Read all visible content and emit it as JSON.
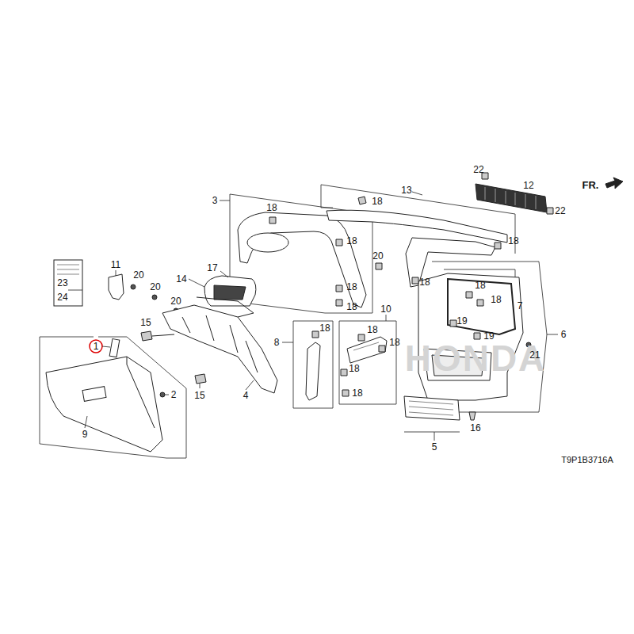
{
  "diagram": {
    "labels": [
      "22",
      "12",
      "22",
      "FR.",
      "13",
      "18",
      "3",
      "18",
      "18",
      "18",
      "11",
      "20",
      "17",
      "14",
      "20",
      "18",
      "18",
      "20",
      "18",
      "18",
      "7",
      "20",
      "23",
      "24",
      "18",
      "10",
      "19",
      "19",
      "6",
      "8",
      "18",
      "18",
      "18",
      "21",
      "15",
      "1",
      "15",
      "4",
      "2",
      "18",
      "18",
      "9",
      "16",
      "5",
      "T9P1B3716A",
      "HONDA"
    ]
  }
}
